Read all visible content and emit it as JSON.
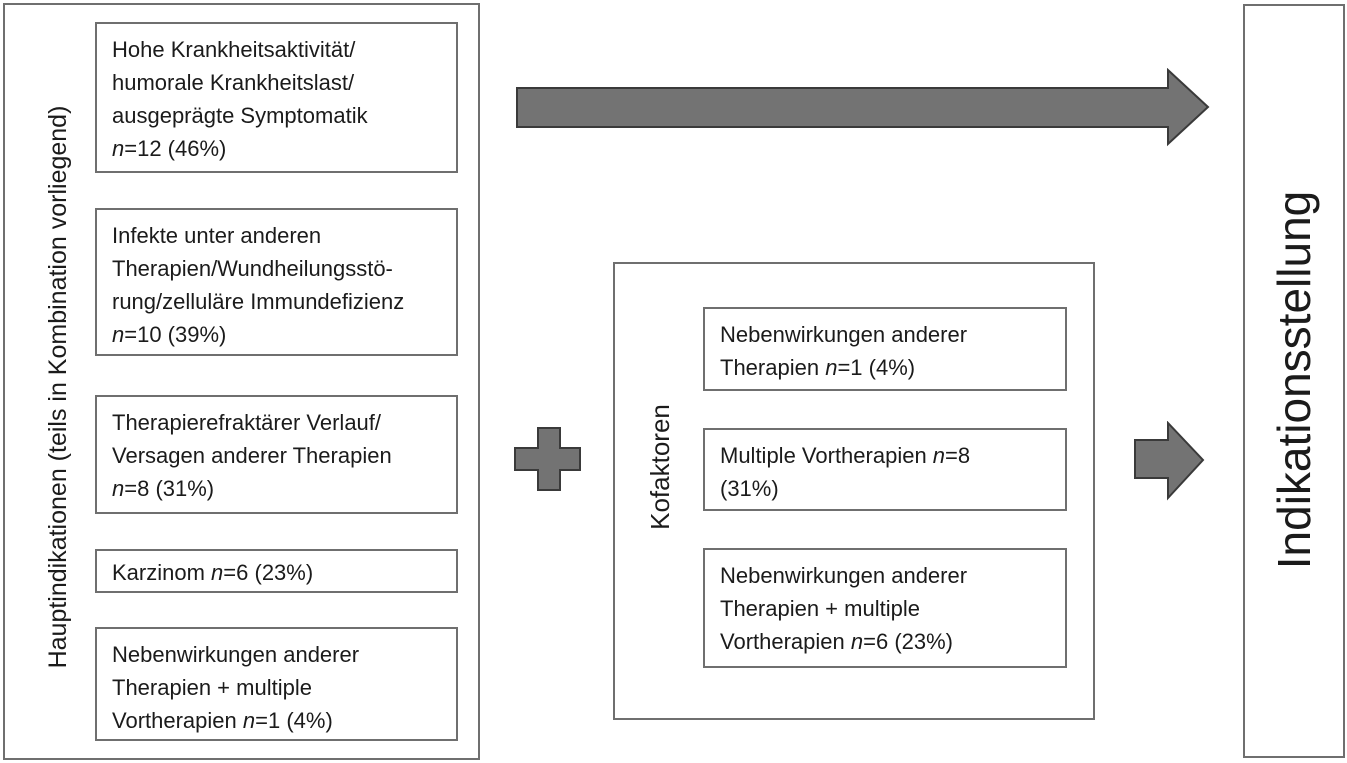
{
  "colors": {
    "box_border": "#6f6f6f",
    "shape_fill": "#737373",
    "shape_stroke": "#3a3a3a",
    "text": "#1b1b1b",
    "background": "#ffffff"
  },
  "left_panel": {
    "label": "Hauptindikationen (teils in Kombination vorliegend)",
    "boxes": [
      {
        "runs": [
          {
            "t": "Hohe Krankheitsaktivität/"
          },
          {
            "br": true
          },
          {
            "t": "humorale Krankheitslast/"
          },
          {
            "br": true
          },
          {
            "t": "ausgeprägte Symptomatik"
          },
          {
            "br": true
          },
          {
            "t": "n",
            "i": true
          },
          {
            "t": "=12 (46%)"
          }
        ]
      },
      {
        "runs": [
          {
            "t": "Infekte unter anderen"
          },
          {
            "br": true
          },
          {
            "t": "Therapien/Wundheilungsstö-"
          },
          {
            "br": true
          },
          {
            "t": "rung/zelluläre Immundefizienz"
          },
          {
            "br": true
          },
          {
            "t": "n",
            "i": true
          },
          {
            "t": "=10 (39%)"
          }
        ]
      },
      {
        "runs": [
          {
            "t": "Therapierefraktärer Verlauf/"
          },
          {
            "br": true
          },
          {
            "t": "Versagen anderer Therapien"
          },
          {
            "br": true
          },
          {
            "t": "n",
            "i": true
          },
          {
            "t": "=8 (31%)"
          }
        ]
      },
      {
        "runs": [
          {
            "t": "Karzinom "
          },
          {
            "t": "n",
            "i": true
          },
          {
            "t": "=6 (23%)"
          }
        ]
      },
      {
        "runs": [
          {
            "t": "Nebenwirkungen anderer"
          },
          {
            "br": true
          },
          {
            "t": "Therapien + multiple"
          },
          {
            "br": true
          },
          {
            "t": "Vortherapien "
          },
          {
            "t": "n",
            "i": true
          },
          {
            "t": "=1 (4%)"
          }
        ]
      }
    ]
  },
  "cofactors_panel": {
    "label": "Kofaktoren",
    "boxes": [
      {
        "runs": [
          {
            "t": "Nebenwirkungen anderer"
          },
          {
            "br": true
          },
          {
            "t": "Therapien "
          },
          {
            "t": "n",
            "i": true
          },
          {
            "t": "=1 (4%)"
          }
        ]
      },
      {
        "runs": [
          {
            "t": "Multiple Vortherapien "
          },
          {
            "t": "n",
            "i": true
          },
          {
            "t": "=8"
          },
          {
            "br": true
          },
          {
            "t": "(31%)"
          }
        ]
      },
      {
        "runs": [
          {
            "t": "Nebenwirkungen anderer"
          },
          {
            "br": true
          },
          {
            "t": "Therapien + multiple"
          },
          {
            "br": true
          },
          {
            "t": "Vortherapien "
          },
          {
            "t": "n",
            "i": true
          },
          {
            "t": "=6 (23%)"
          }
        ]
      }
    ]
  },
  "right_panel": {
    "label": "Indikationsstellung"
  }
}
